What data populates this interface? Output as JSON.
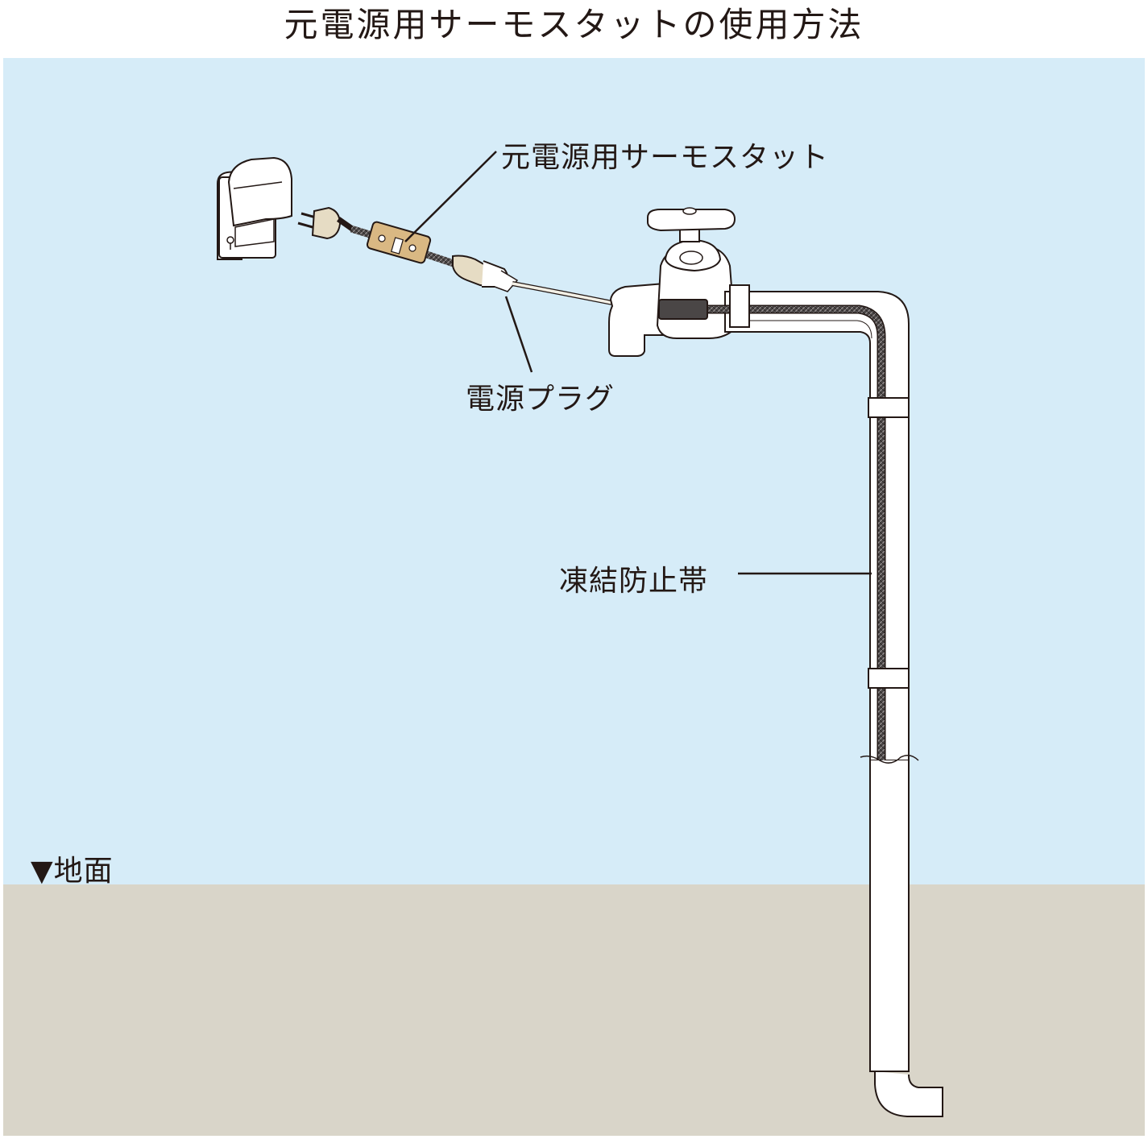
{
  "title": "元電源用サーモスタットの使用方法",
  "labels": {
    "thermostat": "元電源用サーモスタット",
    "power_plug": "電源プラグ",
    "freeze_band": "凍結防止帯",
    "ground": "▼地面"
  },
  "colors": {
    "sky": "#d6ecf8",
    "ground": "#d9d5c9",
    "pipe": "#ffffff",
    "outline": "#231815",
    "cord": "#e6dcc4",
    "heater_band": "#4a4646",
    "thermostat_body": "#d9b883"
  }
}
